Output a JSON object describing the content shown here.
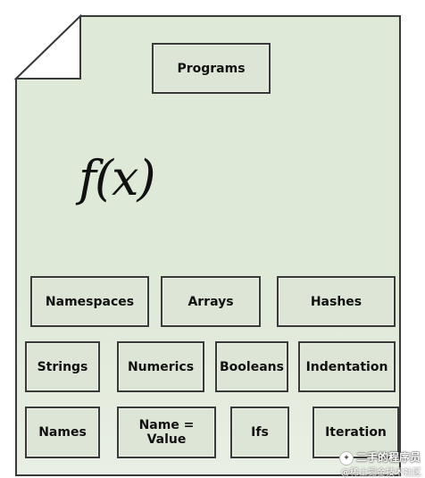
{
  "diagram": {
    "page_fill": "#dfe8d8",
    "box_fill": "#dde6d6",
    "outline": "#3a3a3a",
    "formula": "f(x)",
    "nodes": {
      "programs": "Programs",
      "namespaces": "Namespaces",
      "arrays": "Arrays",
      "hashes": "Hashes",
      "strings": "Strings",
      "numerics": "Numerics",
      "booleans": "Booleans",
      "indentation": "Indentation",
      "names": "Names",
      "name_value": "Name =\nValue",
      "ifs": "Ifs",
      "iteration": "Iteration"
    }
  },
  "watermark": {
    "main": "二手的程序员",
    "sub": "@稀土掘金技术社区"
  }
}
